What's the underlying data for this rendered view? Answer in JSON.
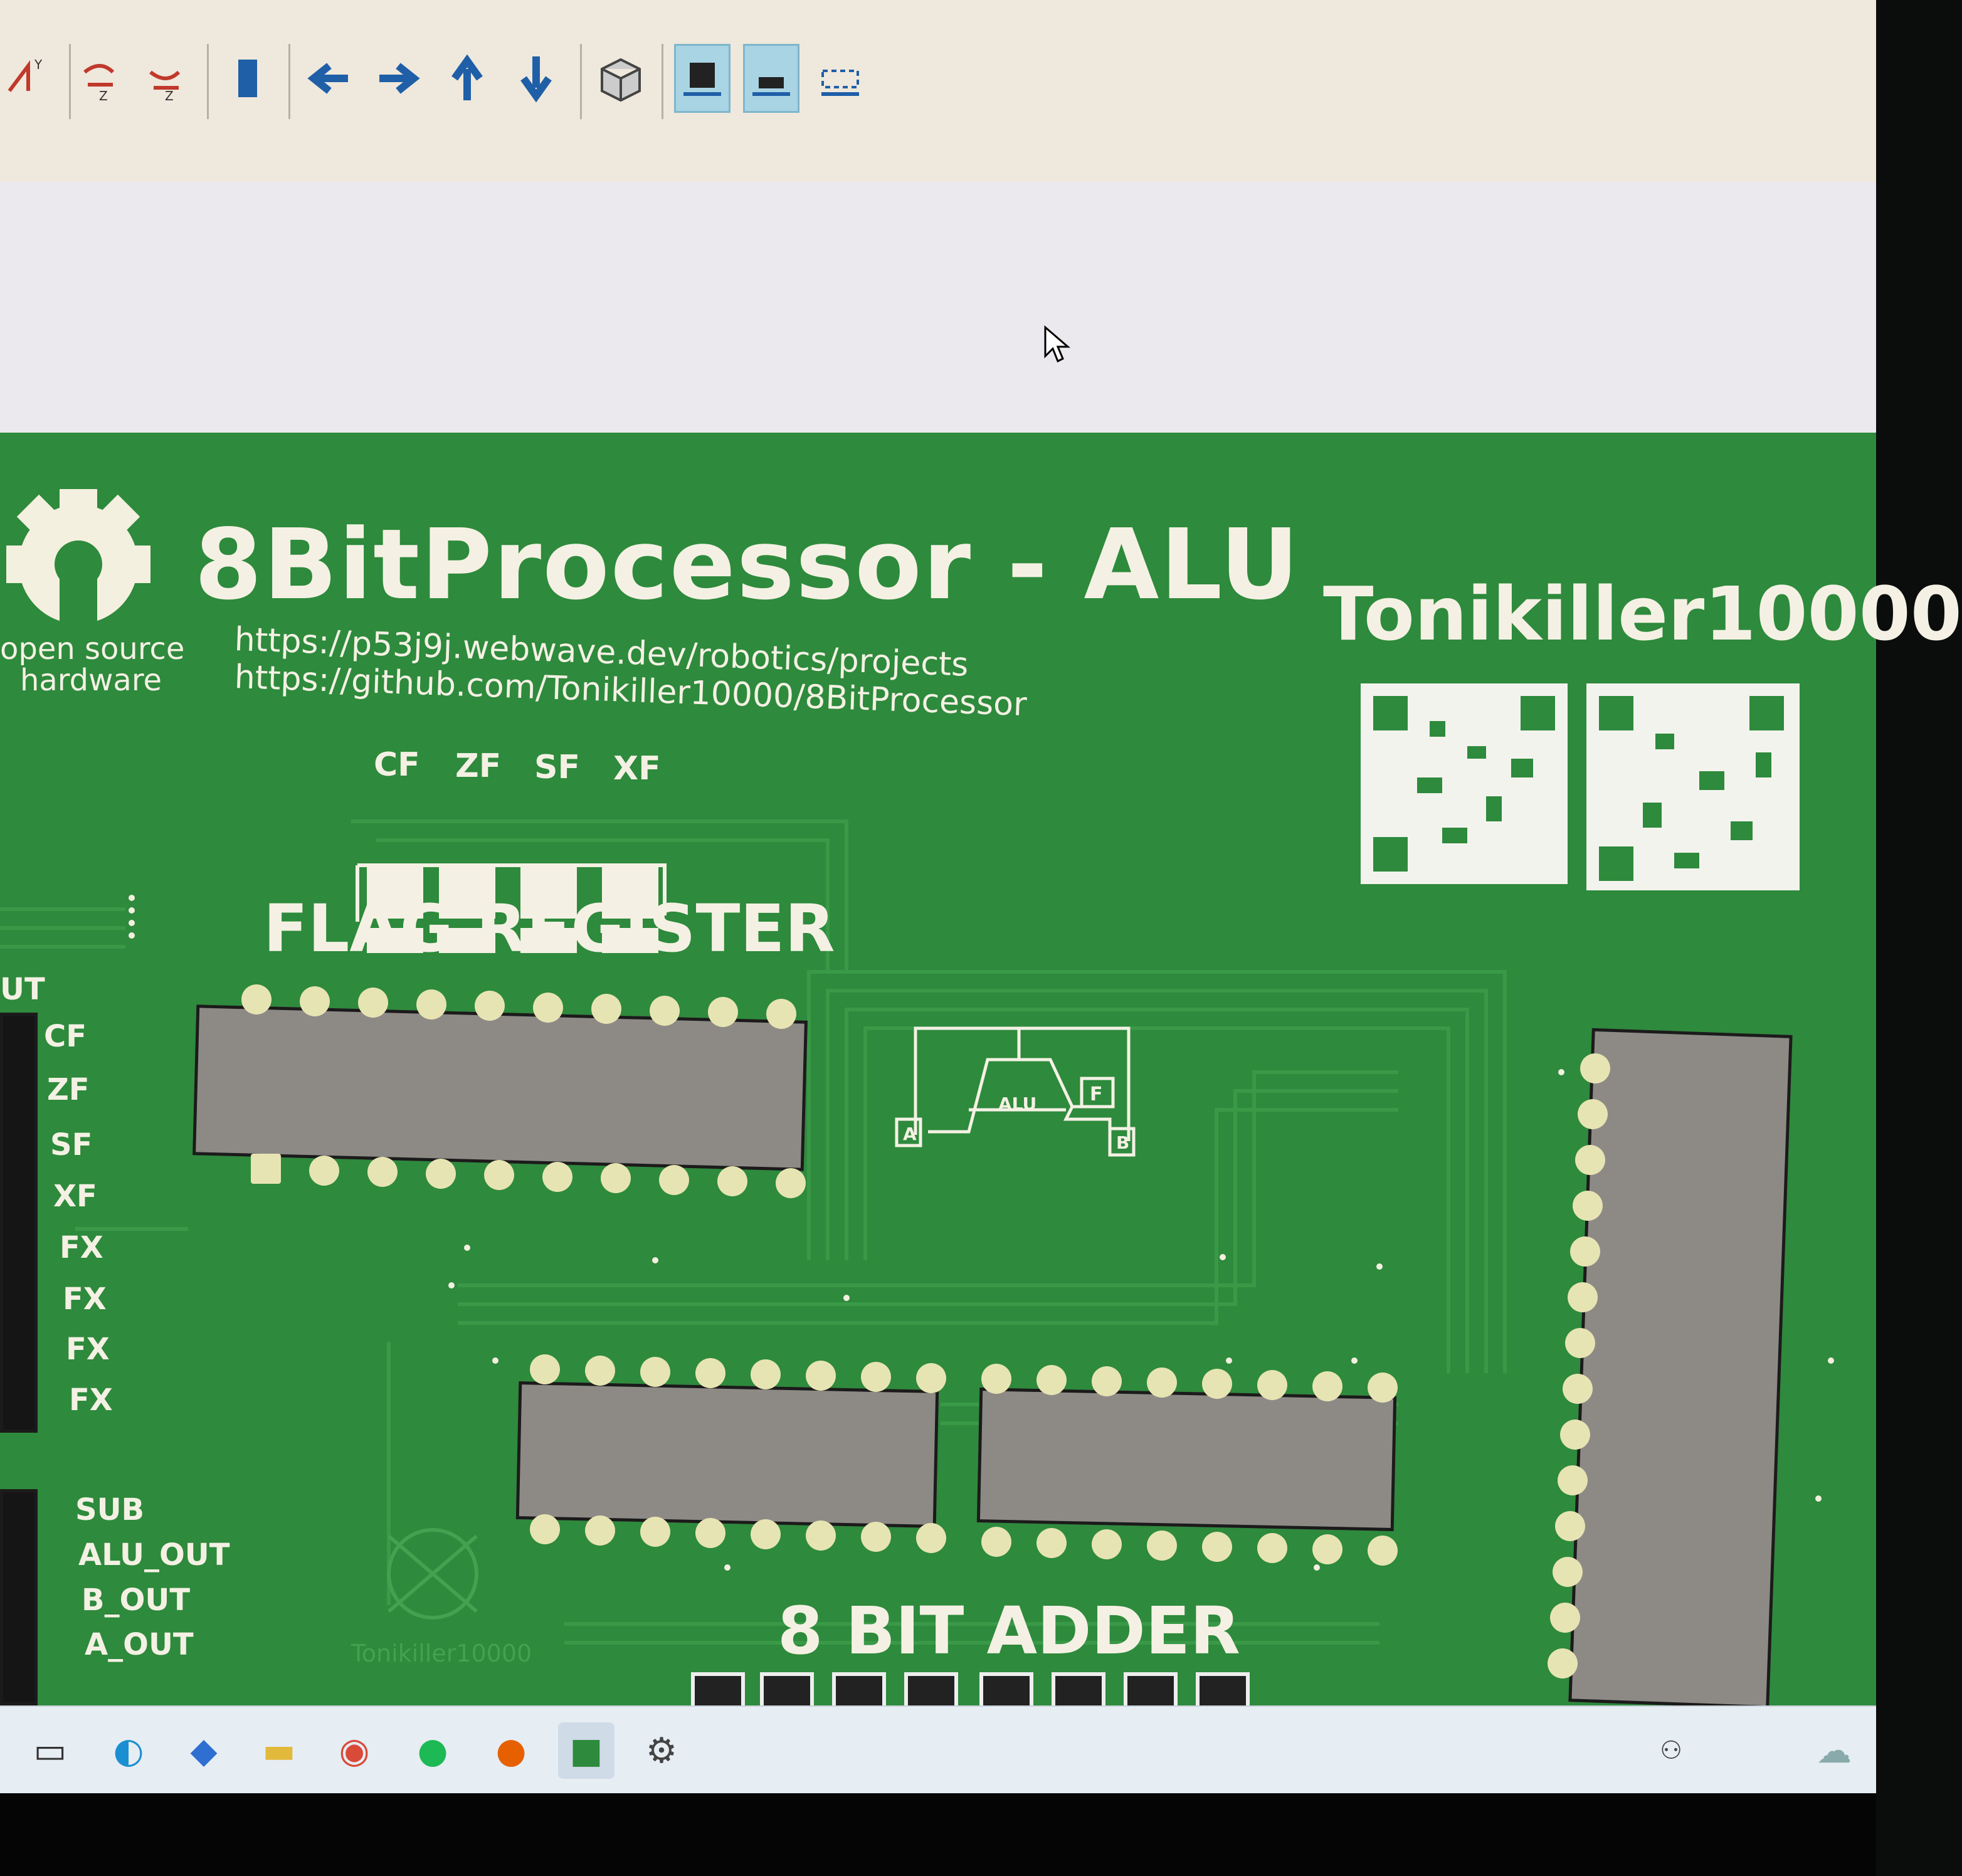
{
  "toolbar": {
    "buttons": [
      {
        "icon": "flip-board-y-icon",
        "label": "Y"
      },
      {
        "icon": "rotate-z-cw-icon",
        "label": "Z"
      },
      {
        "icon": "rotate-z-ccw-icon",
        "label": "Z"
      },
      {
        "icon": "board-view-icon",
        "label": ""
      },
      {
        "icon": "arrow-left-icon",
        "label": ""
      },
      {
        "icon": "arrow-right-icon",
        "label": ""
      },
      {
        "icon": "arrow-up-icon",
        "label": ""
      },
      {
        "icon": "arrow-down-icon",
        "label": ""
      },
      {
        "icon": "3d-cube-icon",
        "label": ""
      },
      {
        "icon": "perspective-view-icon",
        "label": ""
      },
      {
        "icon": "orthographic-view-icon",
        "label": ""
      },
      {
        "icon": "bounding-box-icon",
        "label": ""
      }
    ]
  },
  "board": {
    "logo_text_line1": "open source",
    "logo_text_line2": "hardware",
    "title": "8BitProcessor - ALU",
    "author": "Tonikiller10000",
    "url1": "https://p53j9j.webwave.dev/robotics/projects",
    "url2": "https://github.com/Tonikiller10000/8BitProcessor",
    "flags": [
      "CF",
      "ZF",
      "SF",
      "XF"
    ],
    "flag_register_label": "FLAG REGISTER",
    "left_connector_partial": "UT",
    "left_pins_top": [
      "CF",
      "ZF",
      "SF",
      "XF",
      "FX",
      "FX",
      "FX",
      "FX"
    ],
    "left_pins_bottom": [
      "SUB",
      "ALU_OUT",
      "B_OUT",
      "A_OUT"
    ],
    "alu_diagram": {
      "a": "A",
      "b": "B",
      "f": "F",
      "alu": "ALU"
    },
    "adder_label": "8 BIT ADDER",
    "watermark": "Tonikiller10000",
    "colors": {
      "pcb": "#2e8a3c",
      "silkscreen": "#f4f1e4",
      "pad": "#e7e4b3",
      "ic": "#8d8a86"
    }
  },
  "taskbar": {
    "icons": [
      "task-view-icon",
      "edge-icon",
      "app-icon",
      "file-explorer-icon",
      "chrome-icon",
      "spotify-icon",
      "firefox-icon",
      "kicad-icon",
      "settings-icon"
    ],
    "tray": [
      "people-icon",
      "onedrive-icon"
    ]
  }
}
